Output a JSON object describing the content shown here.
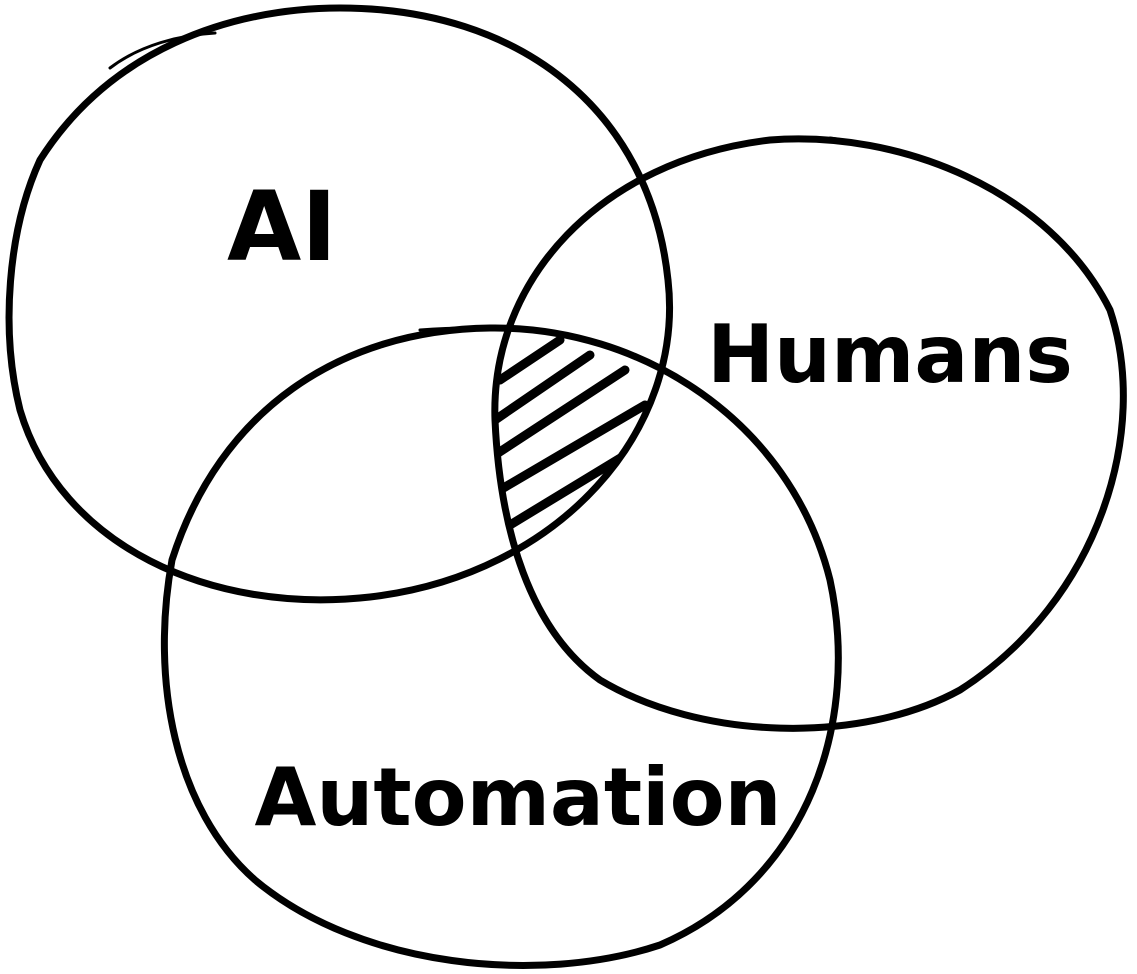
{
  "diagram": {
    "type": "venn",
    "sets": [
      {
        "id": "ai",
        "label": "AI"
      },
      {
        "id": "humans",
        "label": "Humans"
      },
      {
        "id": "automation",
        "label": "Automation"
      }
    ],
    "highlighted_region": [
      "ai",
      "humans",
      "automation"
    ],
    "stroke_color": "#000000",
    "background_color": "#ffffff"
  }
}
